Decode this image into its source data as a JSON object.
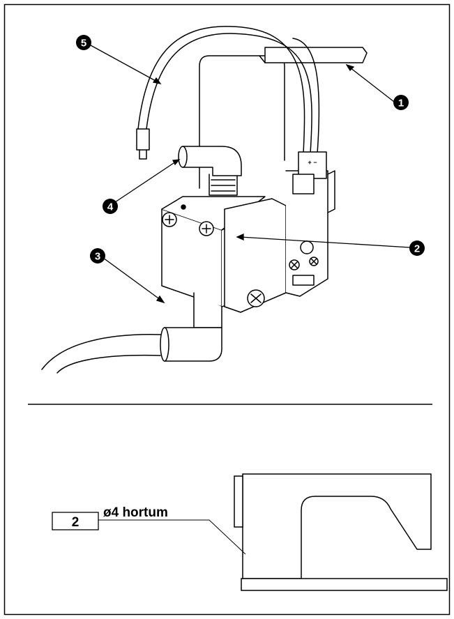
{
  "callouts": [
    {
      "id": "1",
      "glyph": "❶",
      "label": "1"
    },
    {
      "id": "2",
      "glyph": "❷",
      "label": "2"
    },
    {
      "id": "3",
      "glyph": "❸",
      "label": "3"
    },
    {
      "id": "4",
      "glyph": "❹",
      "label": "4"
    },
    {
      "id": "5",
      "glyph": "❺",
      "label": "5"
    }
  ],
  "valve_terminal_marks": "+ −",
  "hose_tag": {
    "number": "2",
    "text": "ø4 hortum"
  },
  "colors": {
    "line": "#000000",
    "background": "#ffffff"
  }
}
